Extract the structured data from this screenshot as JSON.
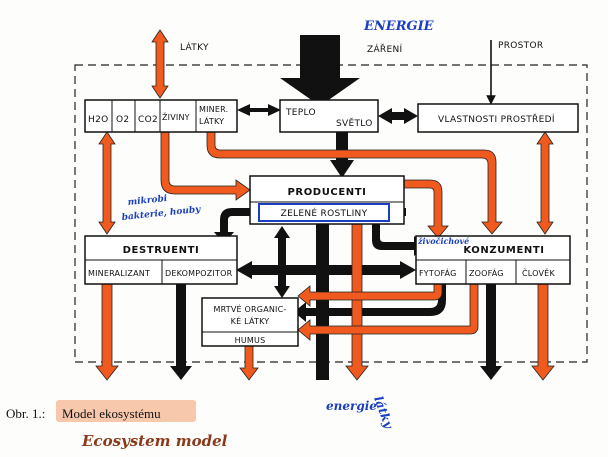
{
  "annotations": {
    "energie_top": "ENERGIE",
    "mikrobi": [
      "mikrobi",
      "bakterie, houby"
    ],
    "zivocichove": "živočichové",
    "energie_bottom": "energie",
    "latky_bottom": "látky",
    "caption_handwritten": "Ecosystem model"
  },
  "inputs": {
    "latky": "LÁTKY",
    "zareni": "ZÁŘENÍ",
    "prostor": "PROSTOR"
  },
  "abiotic_box": {
    "items": [
      "H2O",
      "O2",
      "CO2",
      "ŽIVINY",
      "MINER.",
      "LÁTKY"
    ]
  },
  "teplo_box": {
    "teplo": "TEPLO",
    "svetlo": "SVĚTLO"
  },
  "vlastnosti_box": {
    "label": "VLASTNOSTI PROSTŘEDÍ"
  },
  "producenti_box": {
    "title": "PRODUCENTI",
    "subtitle": "ZELENÉ ROSTLINY"
  },
  "destruenti_box": {
    "title": "DESTRUENTI",
    "cells": [
      "MINERALIZANT",
      "DEKOMPOZITOR"
    ]
  },
  "konzumenti_box": {
    "title": "KONZUMENTI",
    "cells": [
      "FYTOFÁG",
      "ZOOFÁG",
      "ČLOVĚK"
    ]
  },
  "mrtve_box": {
    "lines": [
      "MRTVÉ ORGANIC-",
      "KÉ LÁTKY"
    ],
    "humus": "HUMUS"
  },
  "caption": {
    "prefix": "Obr. 1.:",
    "title": "Model ekosystému"
  },
  "colors": {
    "orange": "#f05a1e",
    "black": "#111111",
    "blue_ink": "#1a3fbf",
    "highlight": "#f5a57a"
  }
}
